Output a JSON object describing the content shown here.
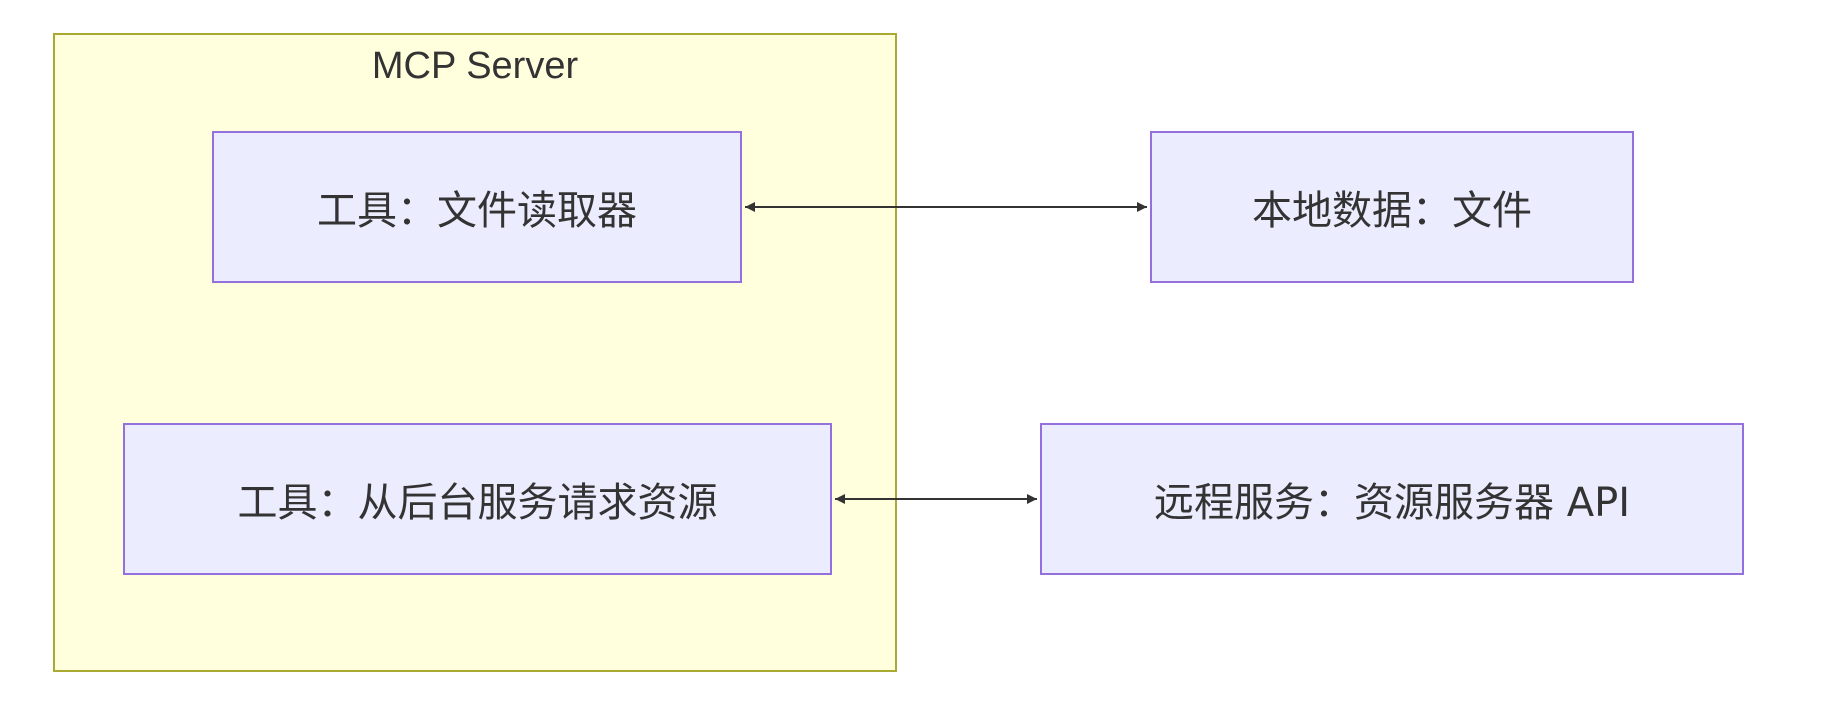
{
  "diagram": {
    "type": "flowchart",
    "subgraph": {
      "title": "MCP Server"
    },
    "nodes": {
      "file_reader": "工具：文件读取器",
      "local_file": "本地数据：文件",
      "api_tool": "工具：从后台服务请求资源",
      "remote_api": "远程服务：资源服务器 API"
    },
    "edges": [
      {
        "from": "file_reader",
        "to": "local_file",
        "direction": "both"
      },
      {
        "from": "api_tool",
        "to": "remote_api",
        "direction": "both"
      }
    ],
    "colors": {
      "subgraph_fill": "#ffffde",
      "subgraph_stroke": "#aaaa33",
      "node_fill": "#ececff",
      "node_stroke": "#9370db",
      "edge": "#333333",
      "text": "#333333"
    }
  }
}
